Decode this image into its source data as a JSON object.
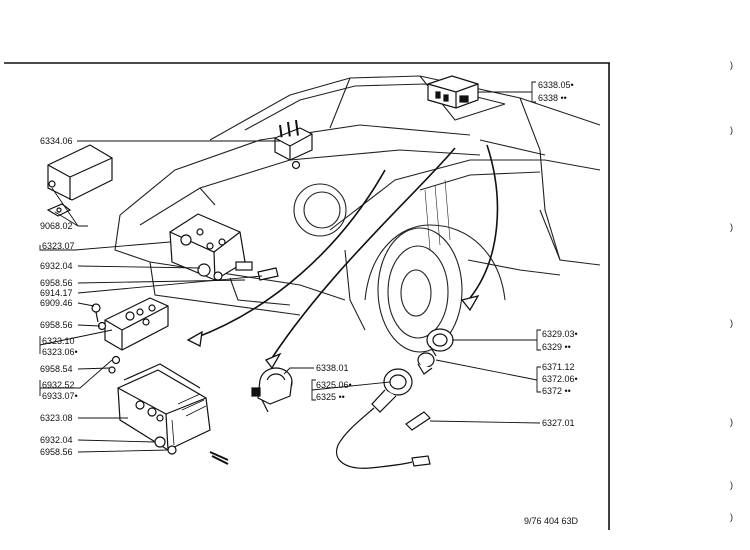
{
  "diagram": {
    "labels": {
      "l6338_05": "6338.05•",
      "l6338": "6338 ••",
      "l6334_06": "6334.06",
      "l9068_02": "9068.02",
      "l6323_07": "6323.07",
      "l6932_04a": "6932.04",
      "l6958_56a": "6958.56",
      "l6914_17": "6914.17",
      "l6909_46": "6909.46",
      "l6958_56b": "6958.56",
      "l6323_10": "6323.10",
      "l6323_06": "6323.06•",
      "l6958_54": "6958.54",
      "l6932_52": "6932.52",
      "l6933_07": "6933.07•",
      "l6323_08": "6323.08",
      "l6932_04b": "6932.04",
      "l6958_56c": "6958.56",
      "l6338_01": "6338.01",
      "l6325_06": "6325.06•",
      "l6325": "6325 ••",
      "l6329_03": "6329.03•",
      "l6329": "6329 ••",
      "l6371_12": "6371.12",
      "l6372_06": "6372.06•",
      "l6372": "6372 ••",
      "l6327_01": "6327.01"
    },
    "footer": "9/76  404  63D",
    "margin_marks": [
      ")",
      ")",
      ")",
      ")",
      ")",
      ")",
      ")"
    ]
  }
}
